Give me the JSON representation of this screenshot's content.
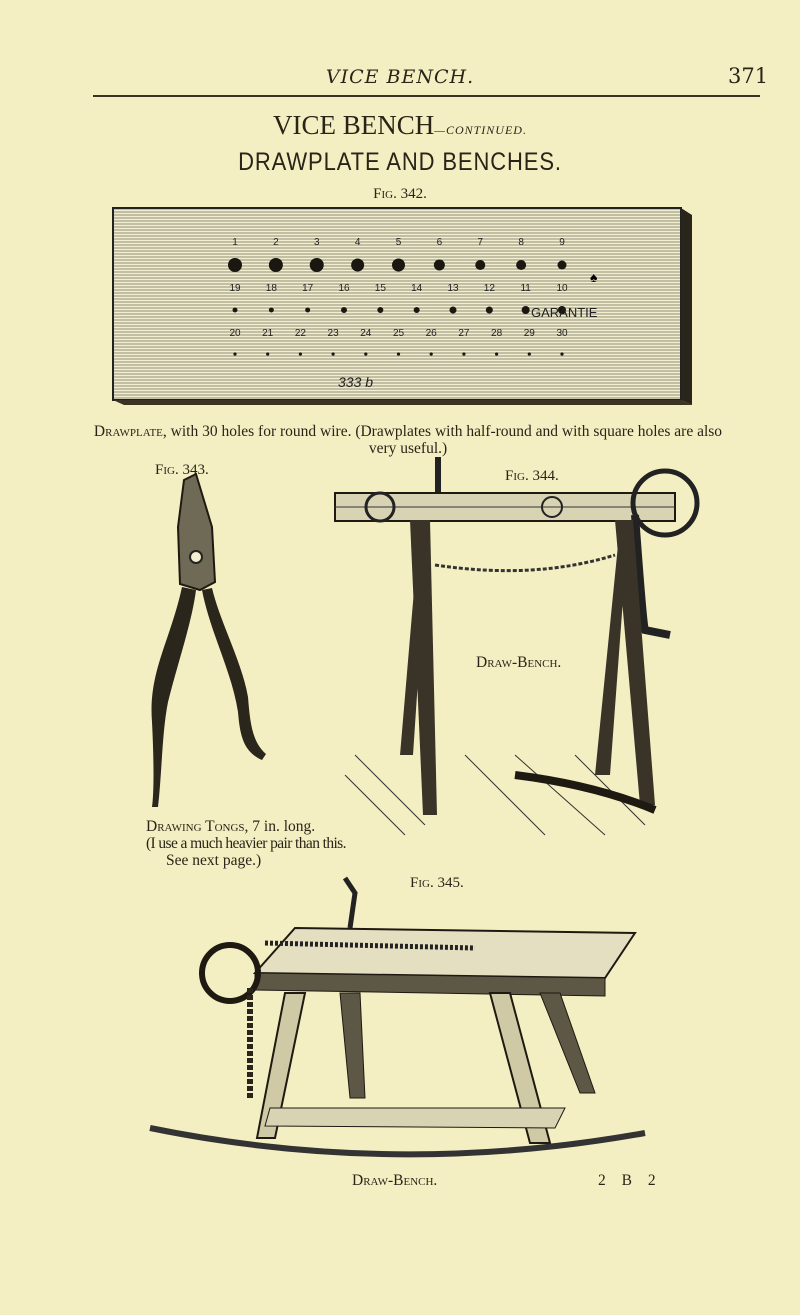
{
  "header": {
    "running_title": "VICE BENCH.",
    "page_number": "371"
  },
  "title": {
    "main": "VICE BENCH",
    "suffix": "—CONTINUED."
  },
  "subtitle": "DRAWPLATE AND BENCHES.",
  "fig342": {
    "label": "Fig. 342.",
    "row1_numbers": [
      "1",
      "2",
      "3",
      "4",
      "5",
      "6",
      "7",
      "8",
      "9"
    ],
    "row2_numbers": [
      "19",
      "18",
      "17",
      "16",
      "15",
      "14",
      "13",
      "12",
      "11",
      "10"
    ],
    "row3_numbers": [
      "20",
      "21",
      "22",
      "23",
      "24",
      "25",
      "26",
      "27",
      "28",
      "29",
      "30"
    ],
    "mark": "GARANTIE",
    "model_number": "333 b",
    "caption_lead": "Drawplate",
    "caption_rest": ", with 30 holes for round wire.  (Drawplates with half-round and with square holes are also very useful.)"
  },
  "fig343": {
    "label": "Fig. 343.",
    "caption_lead": "Drawing Tongs",
    "caption_line1_rest": ", 7 in. long.",
    "caption_line2": "(I use a much heavier pair than this.",
    "caption_line3": "See next page.)"
  },
  "fig344": {
    "label": "Fig. 344.",
    "inner_label": "Draw-Bench."
  },
  "fig345": {
    "label": "Fig. 345.",
    "caption": "Draw-Bench.",
    "signature": "2 B 2"
  }
}
